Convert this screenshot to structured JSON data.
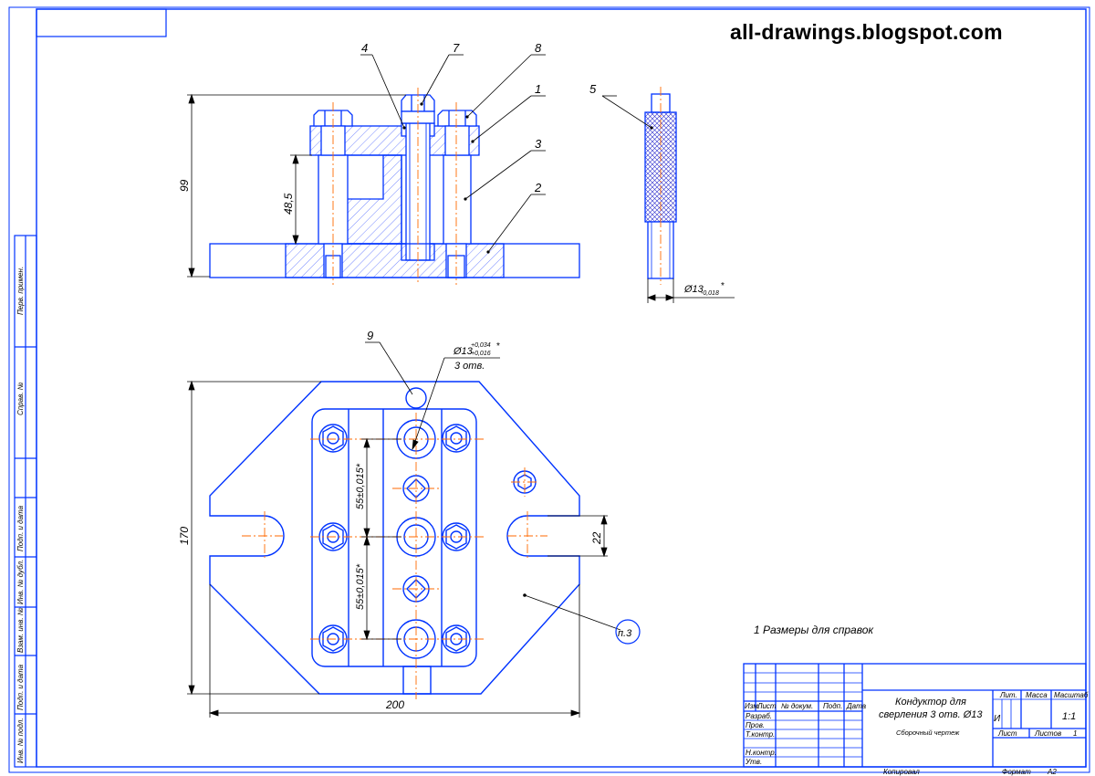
{
  "watermark": "all-drawings.blogspot.com",
  "note": "1 Размеры для справок",
  "balloons": [
    "1",
    "2",
    "3",
    "4",
    "5",
    "7",
    "8",
    "9",
    "п.3"
  ],
  "dimensions": {
    "height_total": "99",
    "height_column": "48,5",
    "pin_diameter": "Ø13",
    "pin_tolerance": "-0,018",
    "pin_star": "*",
    "bore_diameter": "Ø13",
    "bore_tol_upper": "+0,034",
    "bore_tol_lower": "+0,016",
    "bore_count": "3 отв.",
    "pitch_1": "55±0,015*",
    "pitch_2": "55±0,015*",
    "width_plan": "170",
    "length_plan": "200",
    "slot_width": "22"
  },
  "side_stamp": [
    "Перв. примен.",
    "Справ. №",
    "Подп. и дата",
    "Инв. № дубл.",
    "Взам. инв. №",
    "Подп. и дата",
    "Инв. № подл."
  ],
  "title_block": {
    "columns": [
      "Изм.",
      "Лист",
      "№ докум.",
      "Подп.",
      "Дата"
    ],
    "rows": [
      "Разраб.",
      "Пров.",
      "Т.контр.",
      "Н.контр.",
      "Утв."
    ],
    "title_line1": "Кондуктор для",
    "title_line2": "сверления 3 отв. Ø13",
    "doc_type": "Сборочный чертеж",
    "lit_label": "Лит.",
    "mass_label": "Масса",
    "scale_label": "Масштаб",
    "lit_value": "И",
    "scale_value": "1:1",
    "sheet_label": "Лист",
    "sheets_label": "Листов",
    "sheets_value": "1",
    "copied": "Копировал",
    "format_label": "Формат",
    "format_value": "А2"
  },
  "colors": {
    "line": "#0033ff",
    "axis": "#ff6a00",
    "text": "#000000"
  }
}
